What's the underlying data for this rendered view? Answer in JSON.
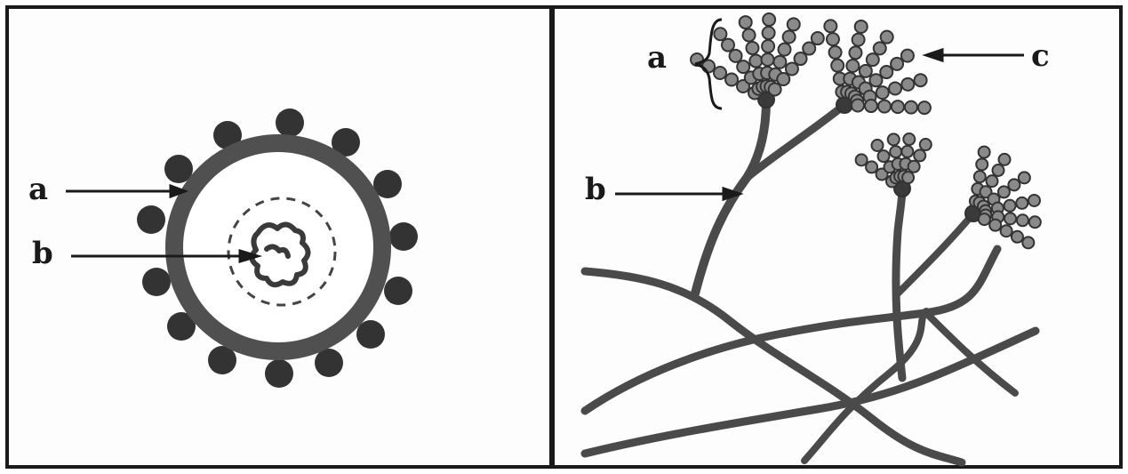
{
  "figure": {
    "left_panel": {
      "labels": {
        "a": "a",
        "b": "b"
      }
    },
    "right_panel": {
      "labels": {
        "a": "a",
        "b": "b",
        "c": "c"
      }
    }
  },
  "colors": {
    "ink": "#1a1a1a",
    "structure": "#555555",
    "spore": "#7a7a7a"
  }
}
